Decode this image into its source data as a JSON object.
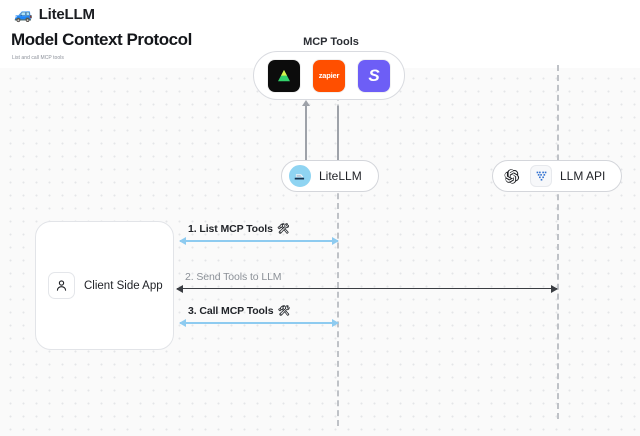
{
  "header": {
    "brand_glyph": "🚙",
    "brand_name": "LiteLLM",
    "title": "Model Context Protocol",
    "subtitle": "List and call MCP tools"
  },
  "diagram": {
    "mcp_group": {
      "label": "MCP Tools",
      "tools": [
        {
          "name": "apify-tool-icon",
          "glyph": "▲",
          "bg": "#0c0c0c"
        },
        {
          "name": "zapier-tool-icon",
          "glyph": "zapier",
          "bg": "#ff4f00"
        },
        {
          "name": "stripe-tool-icon",
          "glyph": "S",
          "bg": "#6d5ef6"
        }
      ]
    },
    "nodes": [
      {
        "name": "litellm-node",
        "label": "LiteLLM",
        "icons": [
          "litellm-logo-icon"
        ]
      },
      {
        "name": "llm-api-node",
        "label": "LLM API",
        "icons": [
          "openai-logo-icon",
          "anthropic-logo-icon"
        ]
      }
    ],
    "client": {
      "label": "Client Side App",
      "icon": "user-icon"
    },
    "flows": [
      {
        "name": "flow-list-mcp-tools",
        "label": "1. List MCP Tools",
        "emoji": "🛠",
        "color": "#8ecbf0"
      },
      {
        "name": "flow-send-tools-to-llm",
        "label": "2. Send Tools to LLM",
        "emoji": "",
        "color": "#3a3d42"
      },
      {
        "name": "flow-call-mcp-tools",
        "label": "3. Call MCP Tools",
        "emoji": "🛠",
        "color": "#8ecbf0"
      }
    ]
  }
}
